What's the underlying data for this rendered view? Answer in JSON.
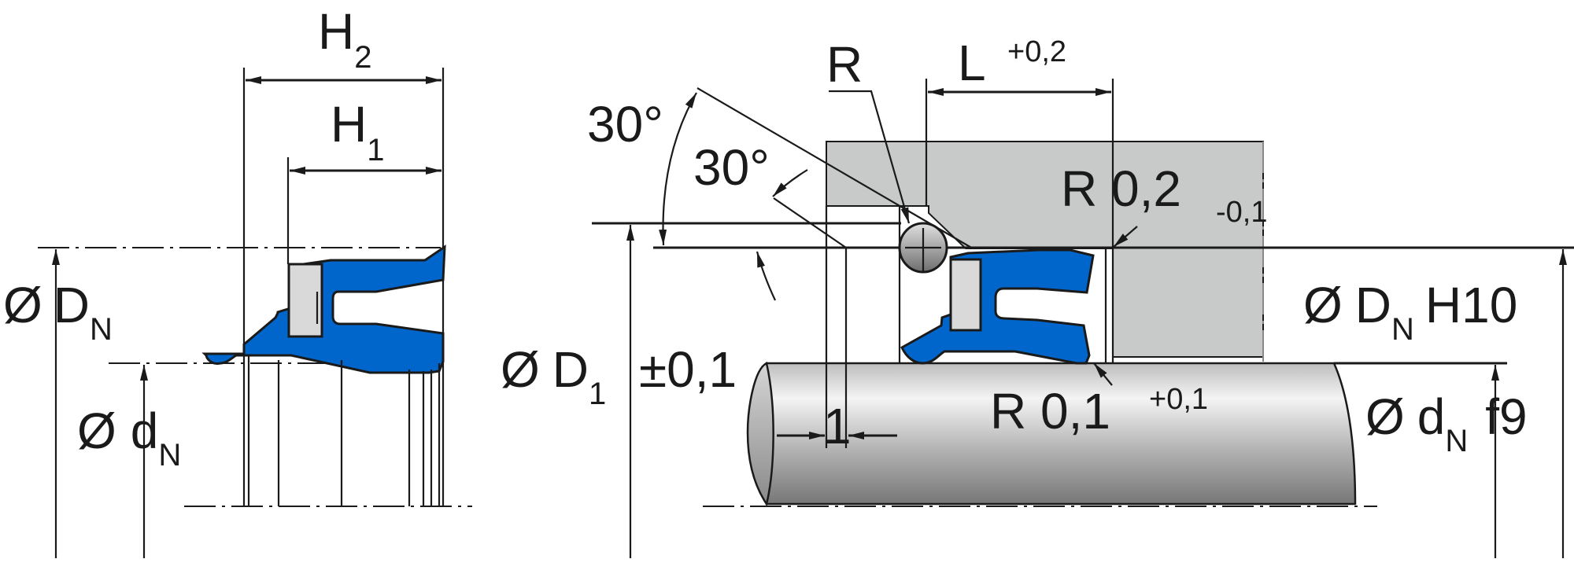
{
  "colors": {
    "seal": "#0066cc",
    "insert": "#d9d9d9",
    "housing": "#c8c9c9",
    "rod_light": "#f2f2f2",
    "rod_dark": "#7a7a7a",
    "line": "#1a1a1a"
  },
  "seal_view": {
    "h2": {
      "symbol": "H",
      "subscript": "2"
    },
    "h1": {
      "symbol": "H",
      "subscript": "1"
    },
    "outer_diameter": {
      "prefix": "Ø",
      "symbol": "D",
      "subscript": "N"
    },
    "inner_diameter": {
      "prefix": "Ø",
      "symbol": "d",
      "subscript": "N"
    }
  },
  "installation_view": {
    "angle_outer": "30°",
    "angle_inner": "30°",
    "radius_label": "R",
    "groove_length": {
      "symbol": "L",
      "tolerance": "+0,2"
    },
    "radius_top": {
      "text": "R 0,2",
      "tolerance": "-0,1"
    },
    "radius_bottom": {
      "text": "R 0,1",
      "tolerance": "+0,1"
    },
    "chamfer_diameter": {
      "prefix": "Ø",
      "symbol": "D",
      "subscript": "1",
      "tolerance": "±0,1"
    },
    "chamfer_width": "1",
    "bore_diameter": {
      "prefix": "Ø",
      "symbol": "D",
      "subscript": "N",
      "fit": "H10"
    },
    "rod_diameter": {
      "prefix": "Ø",
      "symbol": "d",
      "subscript": "N",
      "fit": "f9"
    }
  }
}
